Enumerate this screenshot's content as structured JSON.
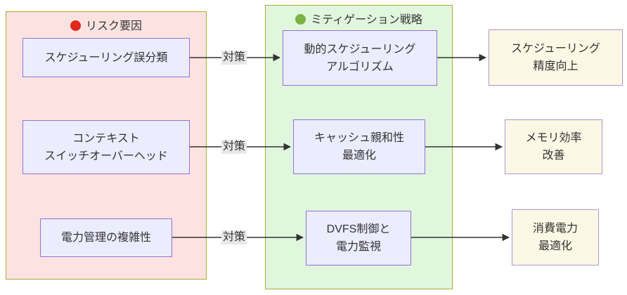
{
  "diagram": {
    "type": "flowchart-lr",
    "groups": {
      "risk": {
        "label": "リスク要因",
        "dot_color": "#e0291c",
        "background": "#fce3e2",
        "border_color": "#aaaa33"
      },
      "mitigation": {
        "label": "ミティゲーション戦略",
        "dot_color": "#7cb342",
        "background": "#e0f7de",
        "border_color": "#aaaa33"
      }
    },
    "nodes": {
      "risk1": {
        "text": "スケジューリング誤分類",
        "group": "risk"
      },
      "risk2": {
        "text": "コンテキスト\nスイッチオーバーヘッド",
        "group": "risk"
      },
      "risk3": {
        "text": "電力管理の複雑性",
        "group": "risk"
      },
      "mit1": {
        "text": "動的スケジューリング\nアルゴリズム",
        "group": "mitigation"
      },
      "mit2": {
        "text": "キャッシュ親和性\n最適化",
        "group": "mitigation"
      },
      "mit3": {
        "text": "DVFS制御と\n電力監視",
        "group": "mitigation"
      },
      "out1": {
        "text": "スケジューリング\n精度向上",
        "group": "none"
      },
      "out2": {
        "text": "メモリ効率\n改善",
        "group": "none"
      },
      "out3": {
        "text": "消費電力\n最適化",
        "group": "none"
      }
    },
    "edges": [
      {
        "from": "risk1",
        "to": "mit1",
        "label": "対策"
      },
      {
        "from": "mit1",
        "to": "out1",
        "label": ""
      },
      {
        "from": "risk2",
        "to": "mit2",
        "label": "対策"
      },
      {
        "from": "mit2",
        "to": "out2",
        "label": ""
      },
      {
        "from": "risk3",
        "to": "mit3",
        "label": "対策"
      },
      {
        "from": "mit3",
        "to": "out3",
        "label": ""
      }
    ],
    "colors": {
      "node_fill": "#ececff",
      "node_border": "#9370db",
      "output_fill": "#fcf8e5",
      "output_border": "#a996d6",
      "group_border": "#aaaa33",
      "edge": "#333333",
      "edge_label_bg": "#e8e8e8",
      "text": "#333333"
    }
  }
}
